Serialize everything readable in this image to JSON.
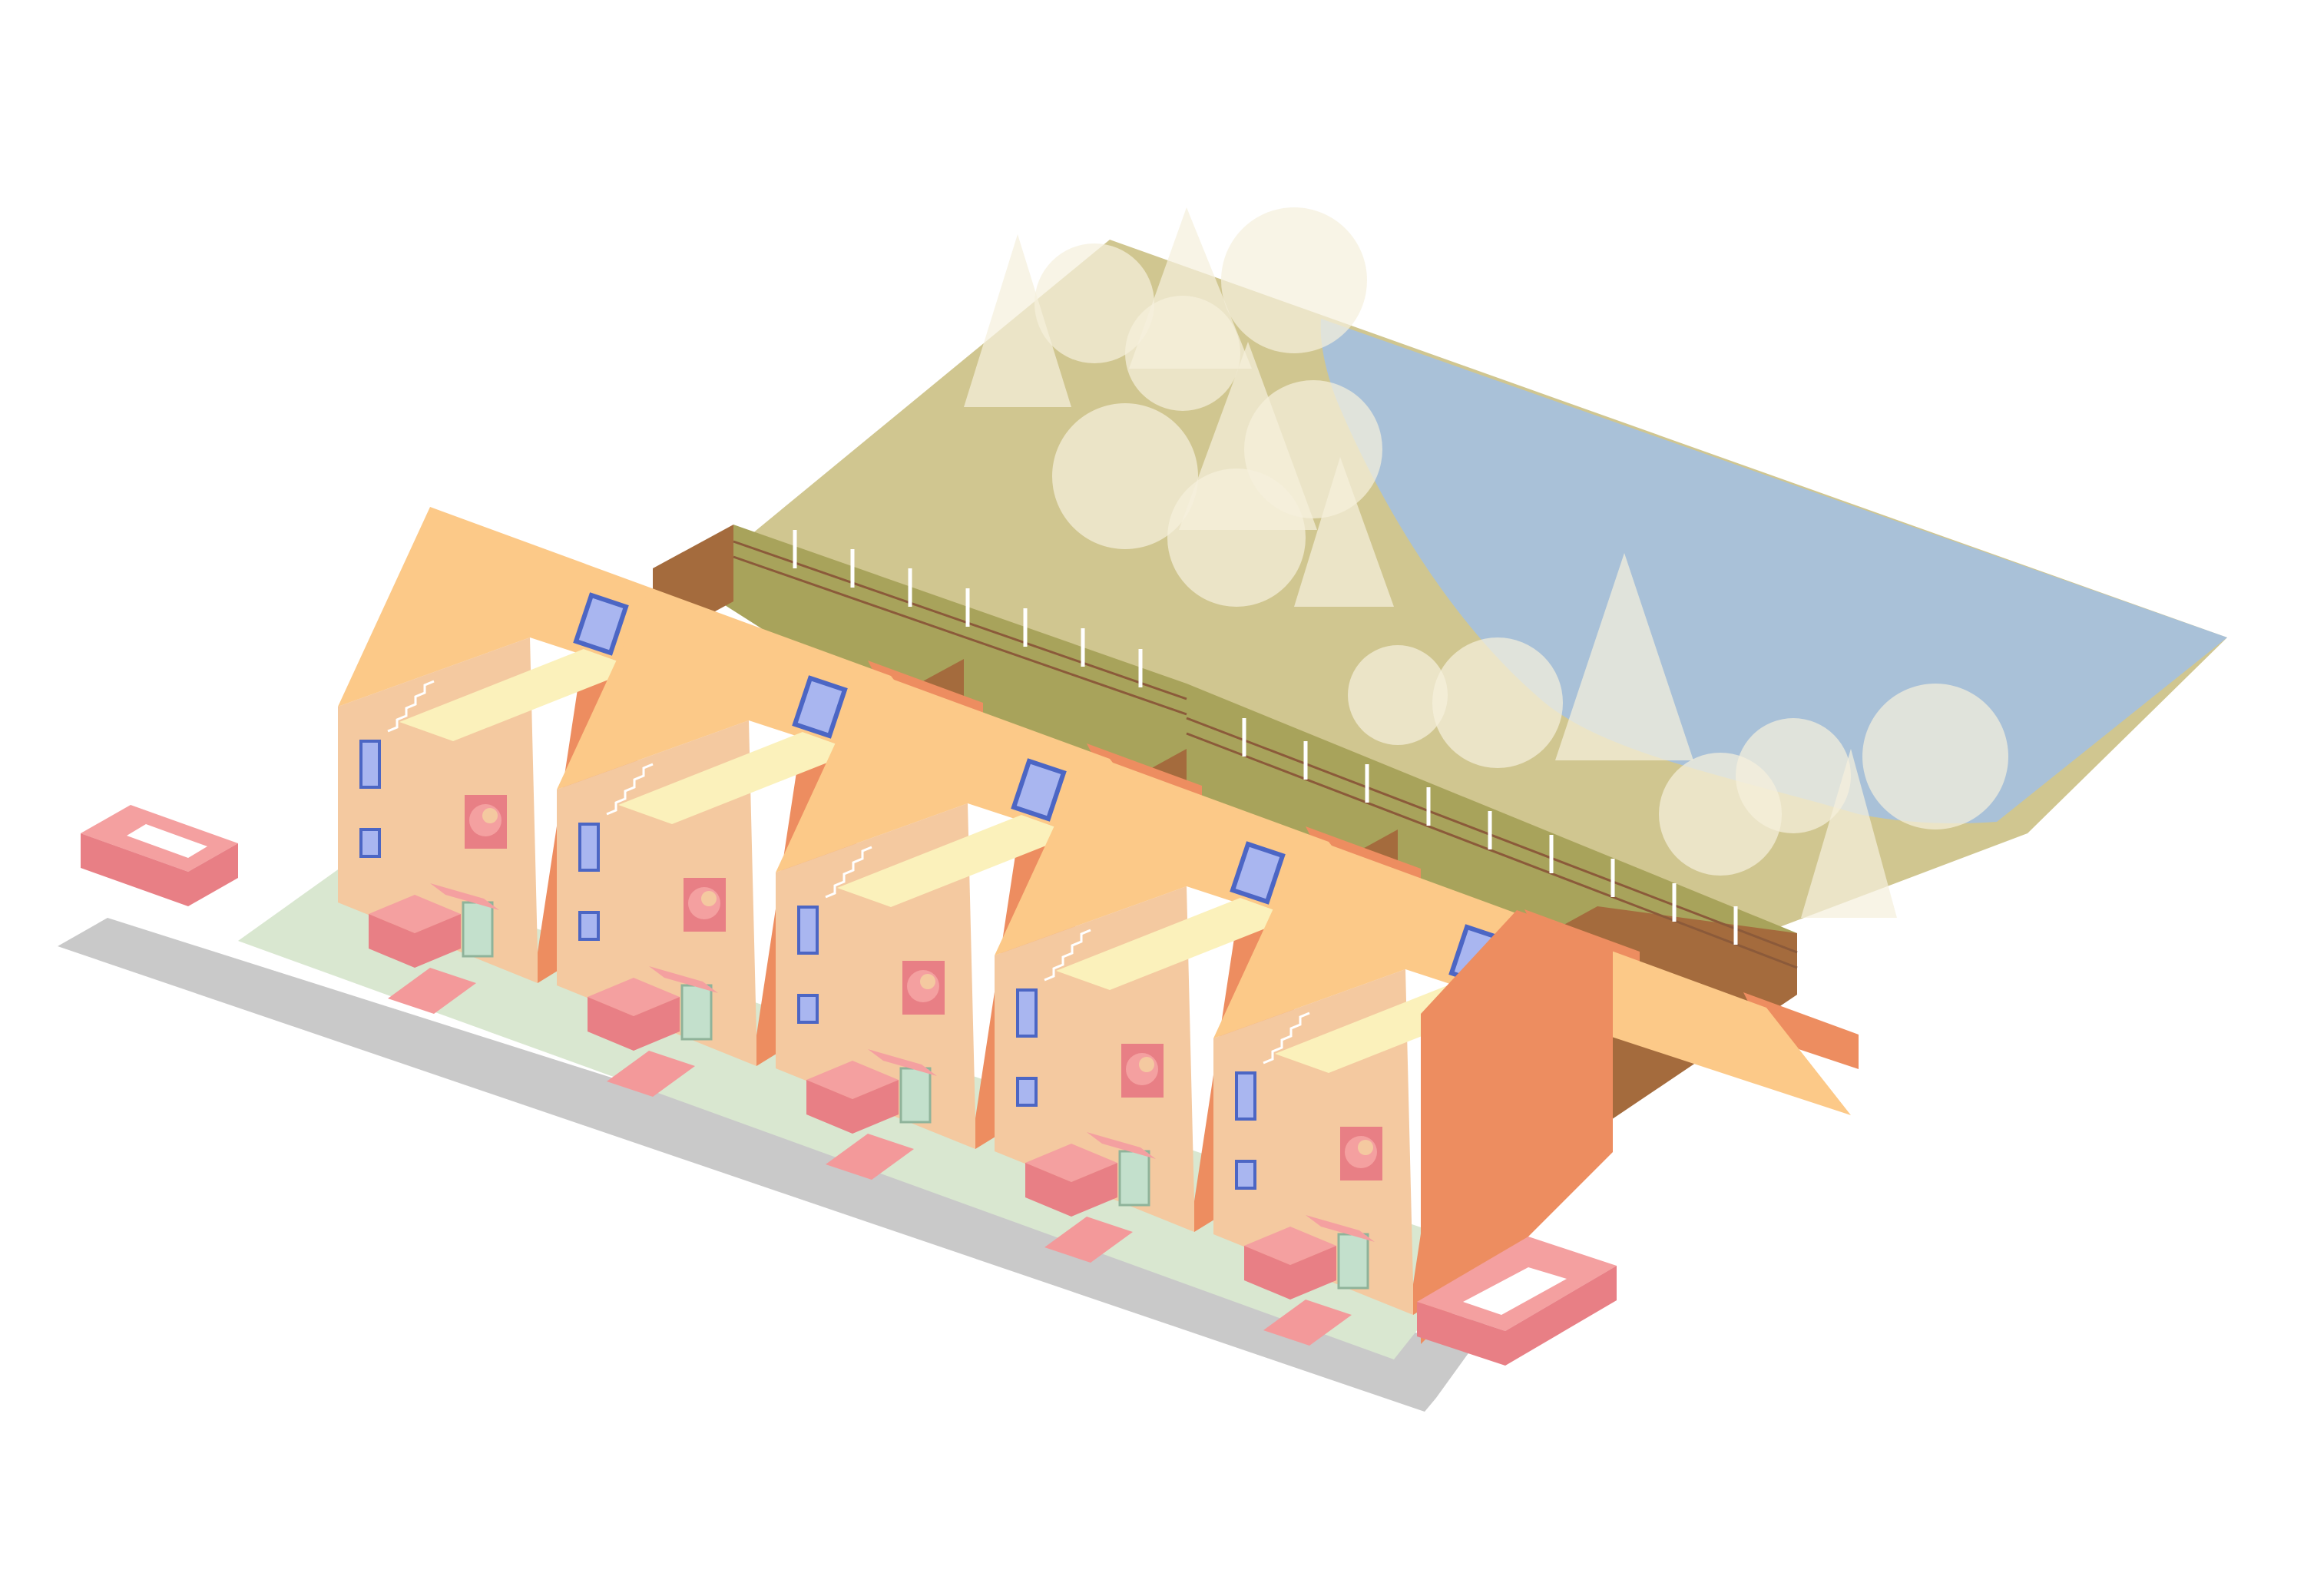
{
  "scene": {
    "terrace": {
      "house_count": 5,
      "components_per_house": [
        "pitched-roof",
        "skylight",
        "stepped-parapet",
        "front-facade",
        "round-window",
        "side-windows",
        "front-door",
        "entrance-planter",
        "front-path"
      ]
    },
    "garden": {
      "plot_count": 5,
      "boundary": "fence-and-wall"
    },
    "trees": {
      "style": "translucent",
      "shapes": [
        "round",
        "conical"
      ]
    },
    "water": {
      "present": true
    },
    "street": {
      "kerb": true,
      "planters": 2
    }
  },
  "palette": {
    "roof": "#fcc988",
    "facade": "#f4c9a0",
    "side_wall": "#ed8d60",
    "parapet_top": "#fbf1bb",
    "window": "#a9b6f0",
    "window_frame": "#4c66c4",
    "door": "#c3e0cc",
    "planter": "#f4a0a0",
    "planter_side": "#e87f85",
    "path": "#f3999a",
    "front_yard": "#d9e7d0",
    "kerb": "#c9c9c9",
    "garden": "#a8a35b",
    "meadow": "#d0c690",
    "fence_wall": "#a46b3d",
    "water": "#a9c1d8",
    "tree": "#f5f0dc"
  }
}
